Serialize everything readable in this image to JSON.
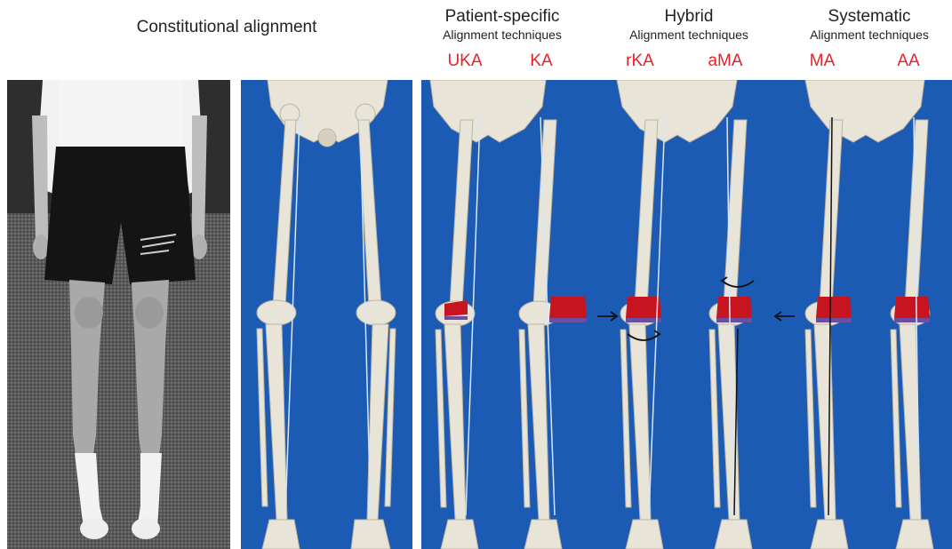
{
  "headers": {
    "constitutional": "Constitutional alignment",
    "patient_specific": {
      "title": "Patient-specific",
      "subtitle": "Alignment techniques"
    },
    "hybrid": {
      "title": "Hybrid",
      "subtitle": "Alignment techniques"
    },
    "systematic": {
      "title": "Systematic",
      "subtitle": "Alignment techniques"
    }
  },
  "techniques": [
    "UKA",
    "KA",
    "rKA",
    "aMA",
    "MA",
    "AA"
  ],
  "colors": {
    "technique_label": "#e8202a",
    "panel_background": "#1c5bb3",
    "implant": "#c8141e",
    "bone": "#e9e4d8"
  }
}
